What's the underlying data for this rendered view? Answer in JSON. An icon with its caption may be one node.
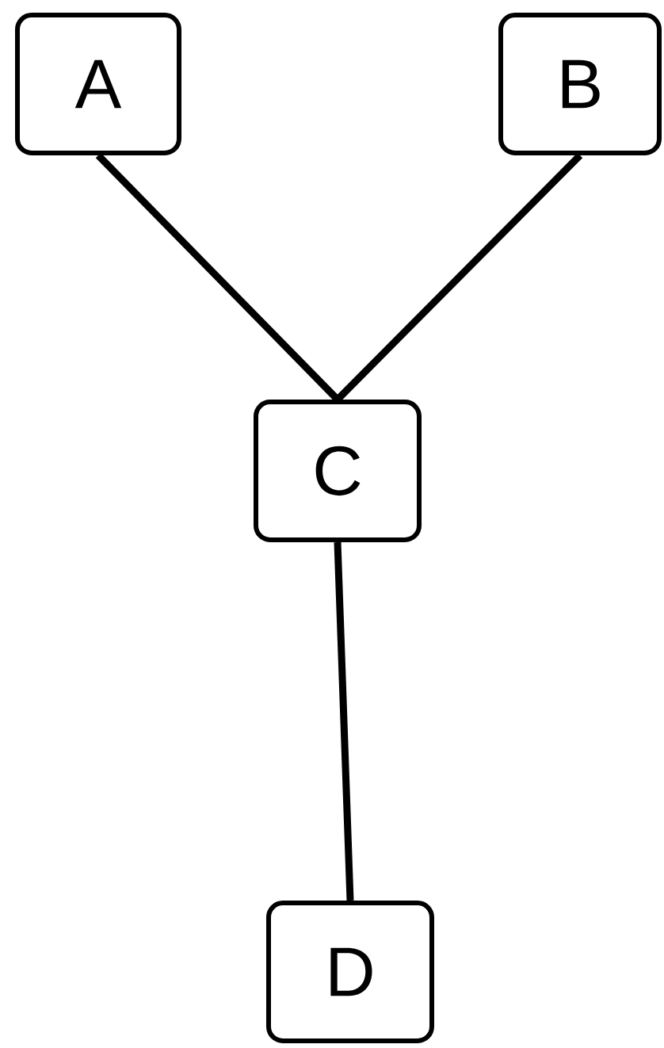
{
  "diagram": {
    "nodes": [
      {
        "text": [
          "A"
        ]
      },
      {
        "text": [
          "B"
        ]
      },
      {
        "text": [
          "C"
        ]
      },
      {
        "text": [
          "D"
        ]
      }
    ],
    "edges": [
      {
        "from": 0,
        "to": 2,
        "arrow": "none"
      },
      {
        "from": 1,
        "to": 2,
        "arrow": "none"
      },
      {
        "from": 2,
        "to": 3,
        "arrow": "none"
      }
    ]
  }
}
